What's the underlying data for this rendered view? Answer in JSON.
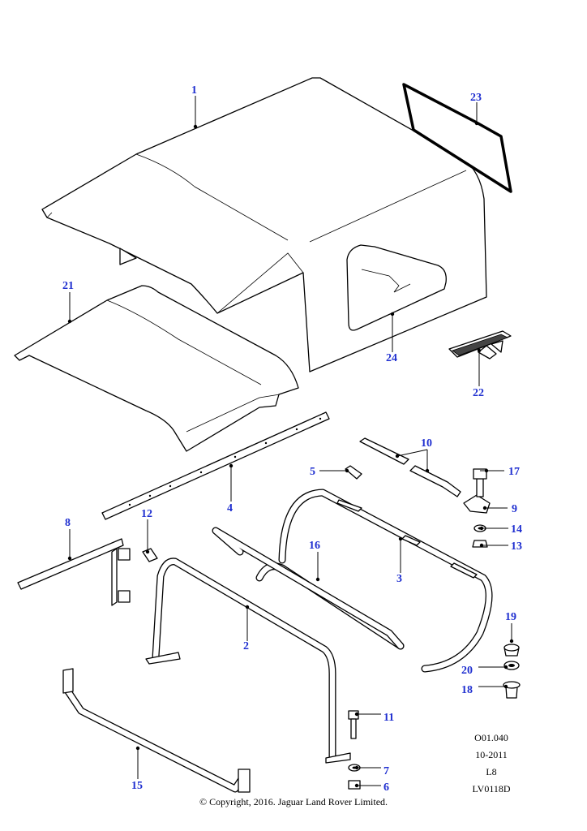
{
  "callouts": {
    "c1": "1",
    "c2": "2",
    "c3": "3",
    "c4": "4",
    "c5": "5",
    "c6": "6",
    "c7": "7",
    "c8": "8",
    "c9": "9",
    "c10": "10",
    "c11": "11",
    "c12": "12",
    "c13": "13",
    "c14": "14",
    "c15": "15",
    "c16": "16",
    "c17": "17",
    "c18": "18",
    "c19": "19",
    "c20": "20",
    "c21": "21",
    "c22": "22",
    "c23": "23",
    "c24": "24"
  },
  "reference": {
    "section": "O01.040",
    "date": "10-2011",
    "code": "L8",
    "drawing": "LV0118D"
  },
  "copyright": "© Copyright, 2016. Jaguar Land Rover Limited.",
  "colors": {
    "callout": "#1f2fd0",
    "line": "#000000",
    "background": "#ffffff"
  }
}
